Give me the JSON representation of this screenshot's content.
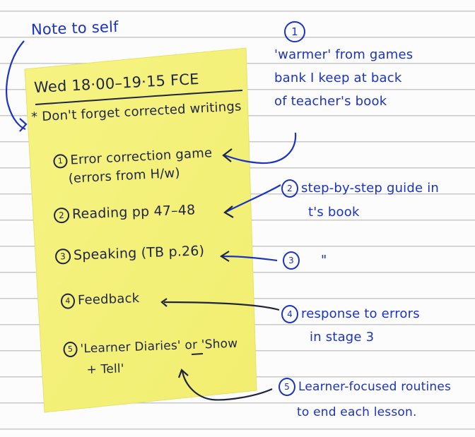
{
  "page": {
    "background": "#fcfcfc",
    "line_color": "#c9c9c9",
    "blue_ink": "#1a33c4",
    "dark_ink": "#1f2440",
    "sticky_color": "#f4f17c"
  },
  "note_label": "Note to self",
  "sticky": {
    "header": "Wed 18·00–19·15 FCE",
    "reminder": "* Don't forget corrected writings",
    "items": [
      {
        "num": "1",
        "lines": [
          "Error correction game",
          "(errors from H/w)"
        ]
      },
      {
        "num": "2",
        "lines": [
          "Reading  pp 47–48"
        ]
      },
      {
        "num": "3",
        "lines": [
          "Speaking (TB p.26)"
        ]
      },
      {
        "num": "4",
        "lines": [
          "Feedback"
        ]
      },
      {
        "num": "5",
        "lines": [
          "'Learner Diaries' or 'Show",
          "+ Tell'"
        ]
      }
    ],
    "underlined_word": "or"
  },
  "annotations": [
    {
      "num": "1",
      "lines": [
        "'warmer' from games",
        "bank I keep at back",
        "of teacher's book"
      ]
    },
    {
      "num": "2",
      "lines": [
        "step-by-step guide in",
        "t's book"
      ]
    },
    {
      "num": "3",
      "lines": [
        "\""
      ]
    },
    {
      "num": "4",
      "lines": [
        "response to errors",
        "in stage 3"
      ]
    },
    {
      "num": "5",
      "lines": [
        "Learner-focused routines",
        "to end each lesson."
      ]
    }
  ]
}
